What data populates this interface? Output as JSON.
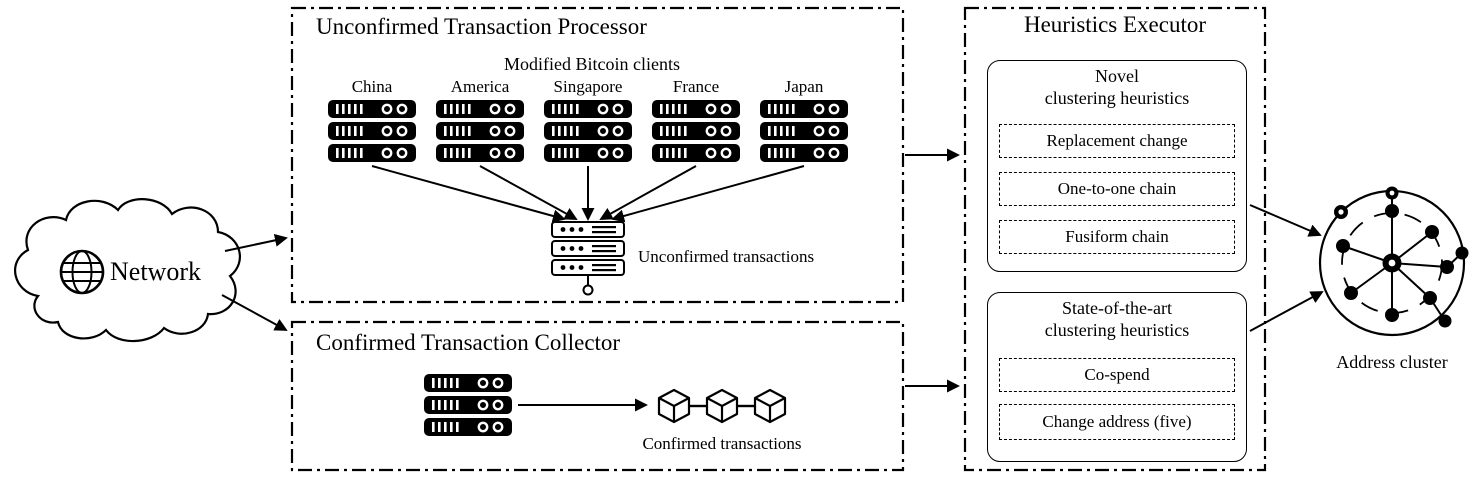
{
  "colors": {
    "ink": "#000000",
    "background": "#ffffff"
  },
  "icons": {
    "network": "globe-icon",
    "client_node": "server-rack-icon",
    "unconfirmed_output": "server-stack-icon",
    "confirmed_output": "linked-cubes-icon",
    "result": "node-graph-icon"
  },
  "network": {
    "label": "Network"
  },
  "unconfirmed_processor": {
    "title": "Unconfirmed Transaction Processor",
    "clients_caption": "Modified Bitcoin clients",
    "clients": [
      "China",
      "America",
      "Singapore",
      "France",
      "Japan"
    ],
    "output_label": "Unconfirmed transactions"
  },
  "confirmed_collector": {
    "title": "Confirmed Transaction Collector",
    "output_label": "Confirmed transactions"
  },
  "heuristics_executor": {
    "title": "Heuristics Executor",
    "novel": {
      "title_line1": "Novel",
      "title_line2": "clustering heuristics",
      "items": [
        "Replacement change",
        "One-to-one chain",
        "Fusiform chain"
      ]
    },
    "state_of_the_art": {
      "title_line1": "State-of-the-art",
      "title_line2": "clustering heuristics",
      "items": [
        "Co-spend",
        "Change address (five)"
      ]
    }
  },
  "address_cluster": {
    "label": "Address cluster"
  }
}
